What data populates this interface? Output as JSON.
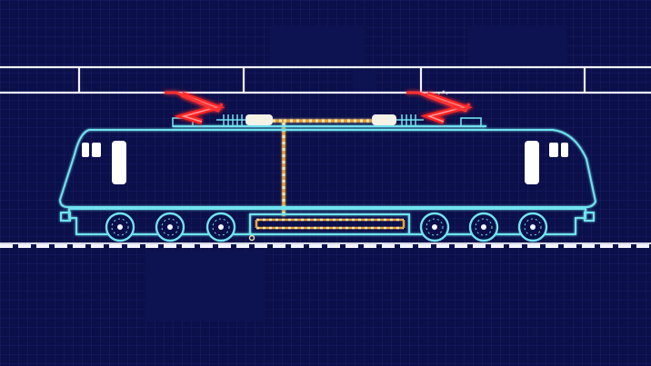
{
  "diagram": {
    "subject": "electric-locomotive",
    "colors": {
      "background": "#0b0f4a",
      "grid": "#232a78",
      "panel": "#0e1454",
      "line_white": "#f2f4ff",
      "body_outline": "#6fe3ee",
      "window": "#ffffff",
      "arc_glow": "#ff2222",
      "arc_core": "#ff9a9a",
      "current_path": "#e7a33c",
      "current_path_alt": "#f3e6a8",
      "insulator": "#f4f1e6"
    },
    "icons": [
      "pantograph-arc-icon",
      "wheel-icon",
      "transformer-icon",
      "insulator-icon"
    ],
    "counts": {
      "pantographs": 2,
      "wheels": 6,
      "overhead_wires": 2
    }
  }
}
